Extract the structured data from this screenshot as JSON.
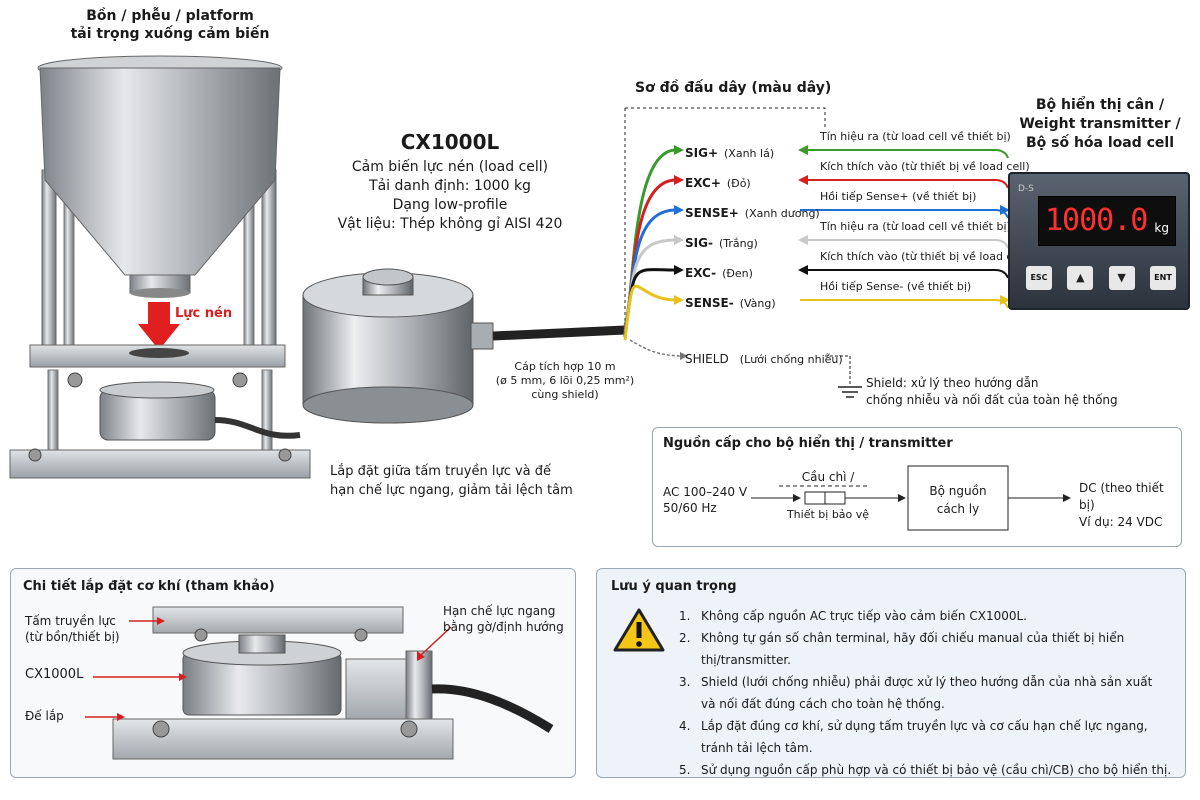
{
  "hopper_title": [
    "Bồn / phễu / platform",
    "tải trọng xuống cảm biến"
  ],
  "force_label": "Lực nén",
  "sensor": {
    "model": "CX1000L",
    "lines": [
      "Cảm biến lực nén (load cell)",
      "Tải danh định: 1000 kg",
      "Dạng low-profile",
      "Vật liệu: Thép không gỉ AISI 420"
    ]
  },
  "cable_info": [
    "Cáp tích hợp 10 m",
    "(ø 5 mm, 6 lõi 0,25 mm²)",
    "cùng shield)"
  ],
  "mount_note": [
    "Lắp đặt giữa tấm truyền lực và đế",
    "hạn chế lực ngang, giảm tải lệch tâm"
  ],
  "wiring": {
    "title": "Sơ đồ đấu dây (màu dây)",
    "wires": [
      {
        "name": "SIG+",
        "color_name": "(Xanh lá)",
        "color": "#3a9a2e",
        "signal": "Tín hiệu ra (từ load cell về thiết bị)",
        "dir": "left"
      },
      {
        "name": "EXC+",
        "color_name": "(Đỏ)",
        "color": "#d42020",
        "signal": "Kích thích vào (từ thiết bị về load cell)",
        "dir": "left"
      },
      {
        "name": "SENSE+",
        "color_name": "(Xanh dương)",
        "color": "#1f6fd6",
        "signal": "Hồi tiếp Sense+ (về thiết bị)",
        "dir": "right"
      },
      {
        "name": "SIG-",
        "color_name": "(Trắng)",
        "color": "#c8c8c8",
        "signal": "Tín hiệu ra (từ load cell về thiết bị)",
        "dir": "left"
      },
      {
        "name": "EXC-",
        "color_name": "(Đen)",
        "color": "#111111",
        "signal": "Kích thích vào (từ thiết bị về load cell)",
        "dir": "left"
      },
      {
        "name": "SENSE-",
        "color_name": "(Vàng)",
        "color": "#e8c21c",
        "signal": "Hồi tiếp Sense- (về thiết bị)",
        "dir": "right"
      }
    ],
    "shield": {
      "name": "SHIELD",
      "color_name": "(Lưới chống nhiễu)",
      "note": [
        "Shield: xử lý theo hướng dẫn",
        "chống nhiễu và nối đất của toàn hệ thống"
      ]
    }
  },
  "display": {
    "title": [
      "Bộ hiển thị cân /",
      "Weight transmitter /",
      "Bộ số hóa load cell"
    ],
    "reading": "1000.0",
    "unit": "kg",
    "brand": "D-S",
    "buttons": [
      "ESC",
      "▲",
      "▼",
      "ENT"
    ]
  },
  "power": {
    "title": "Nguồn cấp cho bộ hiển thị / transmitter",
    "input": [
      "AC 100–240 V",
      "50/60 Hz"
    ],
    "fuse": [
      "Cầu chì /",
      "Thiết bị bảo vệ"
    ],
    "supply": [
      "Bộ nguồn",
      "cách ly"
    ],
    "output": [
      "DC (theo thiết bị)",
      "Ví dụ: 24 VDC"
    ]
  },
  "mech": {
    "title": "Chi tiết lắp đặt cơ khí (tham khảo)",
    "labels": {
      "plate": [
        "Tấm truyền lực",
        "(từ bồn/thiết bị)"
      ],
      "sensor": "CX1000L",
      "base": "Đế lắp",
      "limiter": [
        "Hạn chế lực ngang",
        "bằng gờ/định hướng"
      ]
    }
  },
  "notes": {
    "title": "Lưu ý quan trọng",
    "items": [
      {
        "num": "1.",
        "lines": [
          "Không cấp nguồn AC trực tiếp vào cảm biến CX1000L."
        ]
      },
      {
        "num": "2.",
        "lines": [
          "Không tự gán số chân terminal, hãy đối chiếu manual của thiết bị hiển thị/transmitter."
        ]
      },
      {
        "num": "3.",
        "lines": [
          "Shield (lưới chống nhiễu) phải được xử lý theo hướng dẫn của nhà sản xuất",
          "và nối đất đúng cách cho toàn hệ thống."
        ]
      },
      {
        "num": "4.",
        "lines": [
          "Lắp đặt đúng cơ khí, sử dụng tấm truyền lực và cơ cấu hạn chế lực ngang,",
          "tránh tải lệch tâm."
        ]
      },
      {
        "num": "5.",
        "lines": [
          "Sử dụng nguồn cấp phù hợp và có thiết bị bảo vệ (cầu chì/CB) cho bộ hiển thị."
        ]
      }
    ]
  }
}
